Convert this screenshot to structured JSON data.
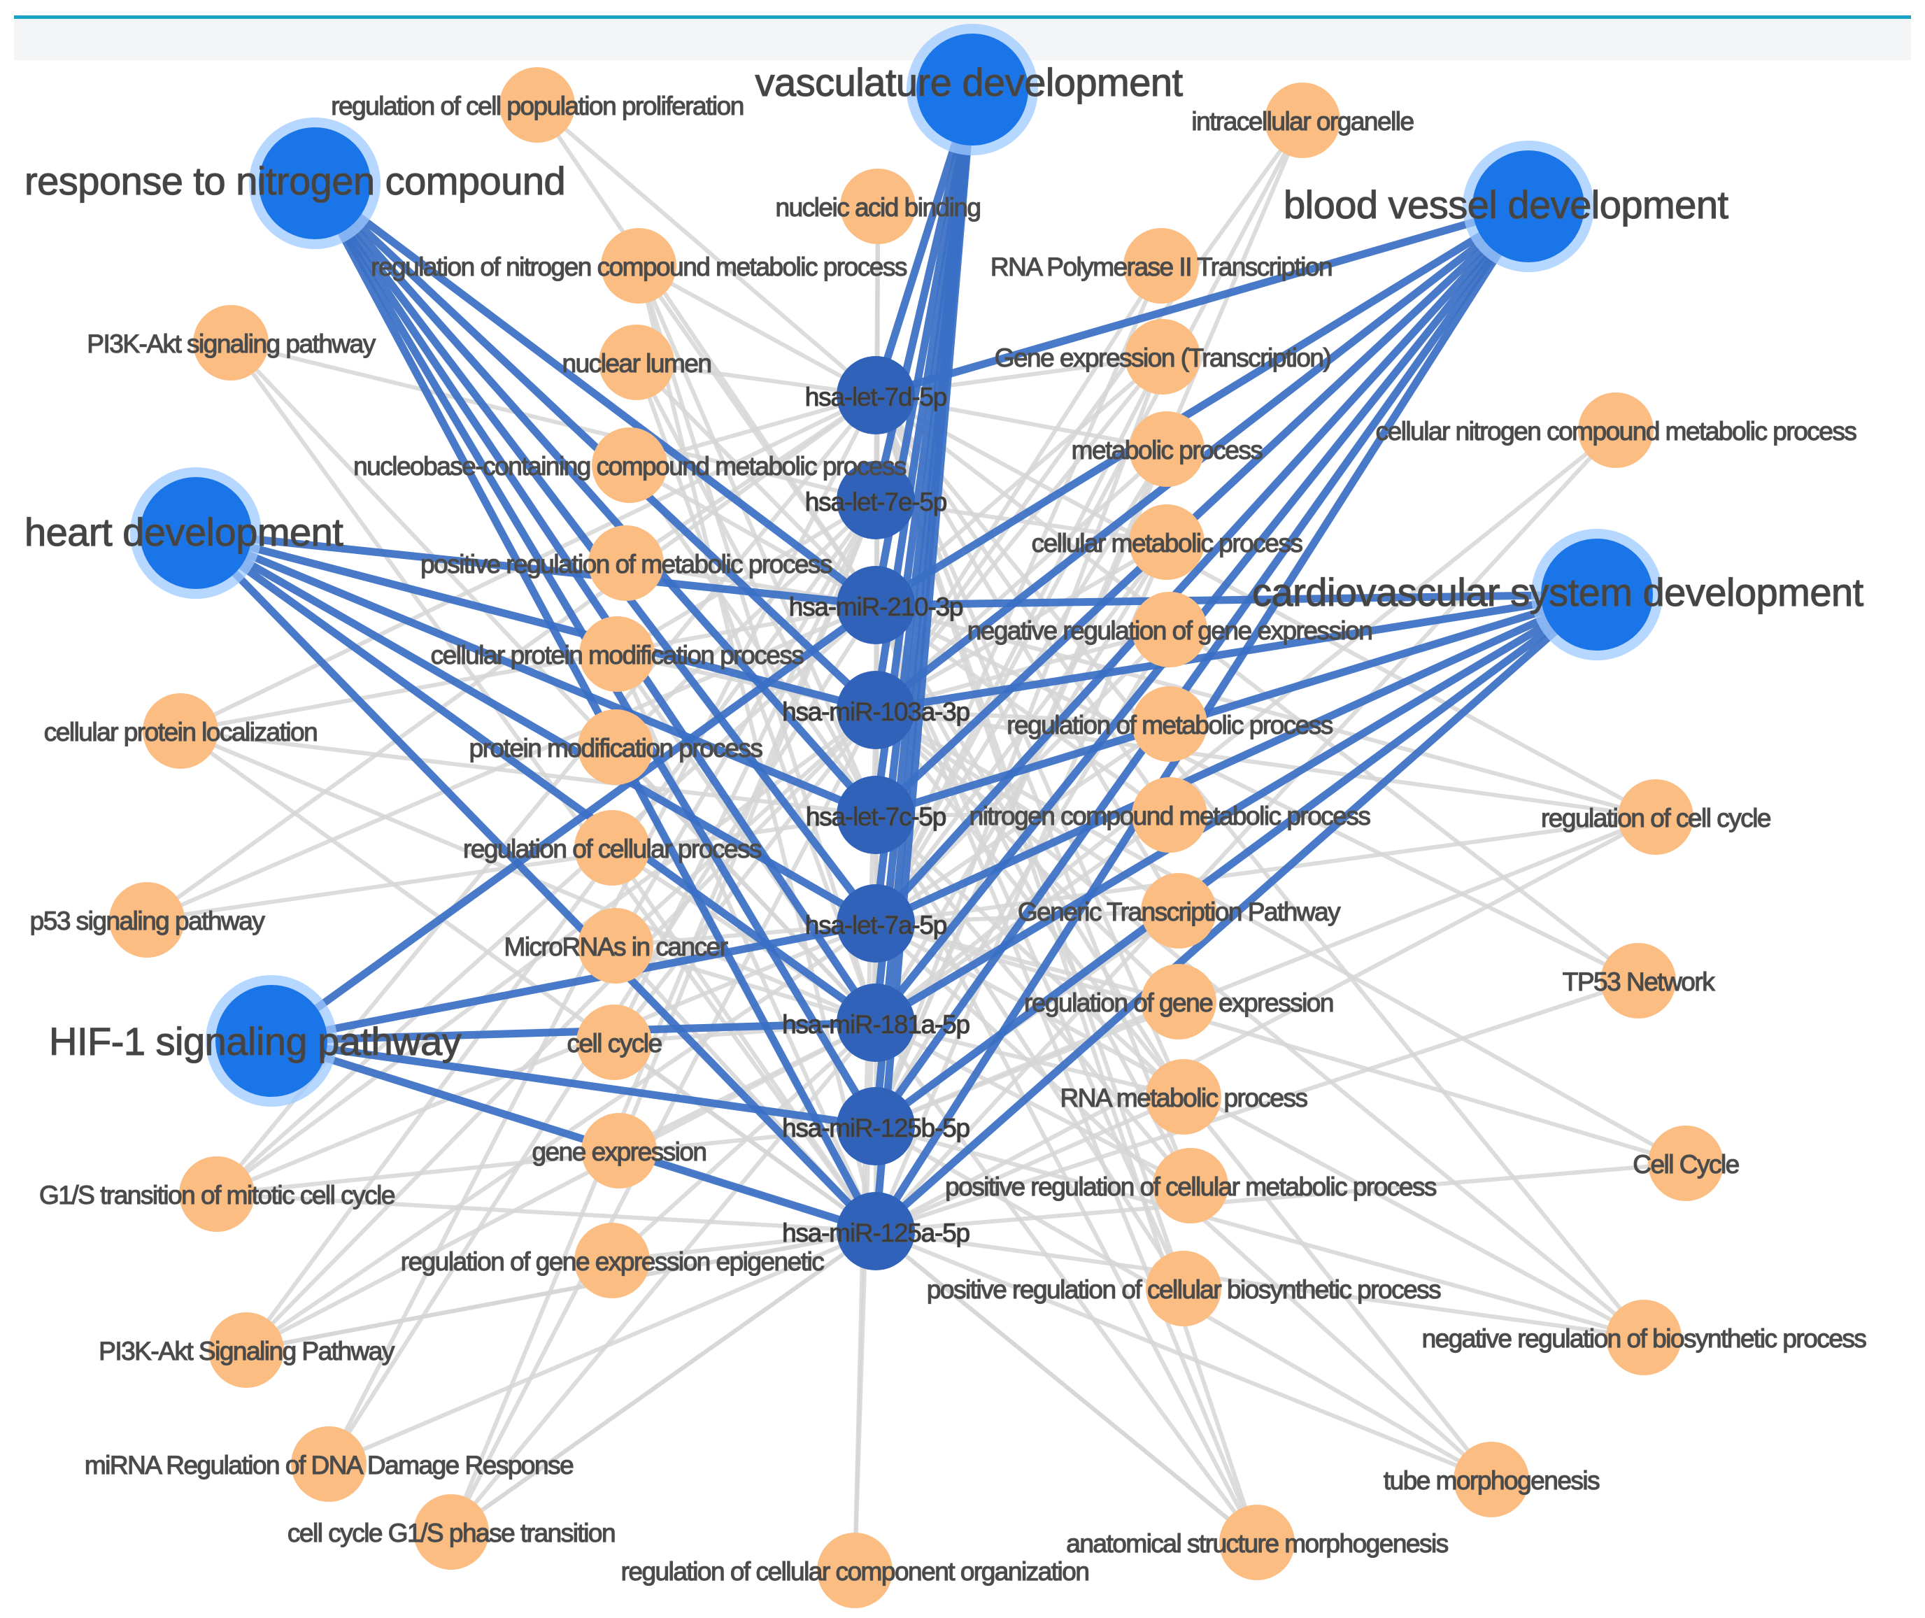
{
  "colors": {
    "term_node": "#fbbd82",
    "mirna_node": "#2f62b8",
    "hub_node": "#1a76e8",
    "edge_gray": "#d6d6d6",
    "edge_blue": "#3a6fc4",
    "top_border": "#1aa3c4"
  },
  "hubs": [
    {
      "id": "h_vasc",
      "label": "vasculature development"
    },
    {
      "id": "h_resp",
      "label": "response to nitrogen compound"
    },
    {
      "id": "h_blood",
      "label": "blood vessel development"
    },
    {
      "id": "h_heart",
      "label": "heart development"
    },
    {
      "id": "h_cardio",
      "label": "cardiovascular system development"
    },
    {
      "id": "h_hif",
      "label": "HIF-1 signaling pathway"
    }
  ],
  "mirnas": [
    {
      "id": "m1",
      "label": "hsa-let-7d-5p"
    },
    {
      "id": "m2",
      "label": "hsa-let-7e-5p"
    },
    {
      "id": "m3",
      "label": "hsa-miR-210-3p"
    },
    {
      "id": "m4",
      "label": "hsa-miR-103a-3p"
    },
    {
      "id": "m5",
      "label": "hsa-let-7c-5p"
    },
    {
      "id": "m6",
      "label": "hsa-let-7a-5p"
    },
    {
      "id": "m7",
      "label": "hsa-miR-181a-5p"
    },
    {
      "id": "m8",
      "label": "hsa-miR-125b-5p"
    },
    {
      "id": "m9",
      "label": "hsa-miR-125a-5p"
    }
  ],
  "terms": [
    {
      "id": "t1",
      "label": "regulation of cell population proliferation"
    },
    {
      "id": "t2",
      "label": "intracellular organelle"
    },
    {
      "id": "t3",
      "label": "nucleic acid binding"
    },
    {
      "id": "t4",
      "label": "regulation of nitrogen compound metabolic process"
    },
    {
      "id": "t5",
      "label": "RNA Polymerase II Transcription"
    },
    {
      "id": "t6",
      "label": "PI3K-Akt signaling pathway"
    },
    {
      "id": "t7",
      "label": "nuclear lumen"
    },
    {
      "id": "t8",
      "label": "Gene expression (Transcription)"
    },
    {
      "id": "t9",
      "label": "cellular nitrogen compound metabolic process"
    },
    {
      "id": "t10",
      "label": "nucleobase-containing compound metabolic process"
    },
    {
      "id": "t11",
      "label": "metabolic process"
    },
    {
      "id": "t12",
      "label": "cellular metabolic process"
    },
    {
      "id": "t13",
      "label": "positive regulation of metabolic process"
    },
    {
      "id": "t14",
      "label": "negative regulation of gene expression"
    },
    {
      "id": "t15",
      "label": "cellular protein modification process"
    },
    {
      "id": "t16",
      "label": "cellular protein localization"
    },
    {
      "id": "t17",
      "label": "regulation of metabolic process"
    },
    {
      "id": "t18",
      "label": "protein modification process"
    },
    {
      "id": "t19",
      "label": "nitrogen compound metabolic process"
    },
    {
      "id": "t20",
      "label": "regulation of cell cycle"
    },
    {
      "id": "t21",
      "label": "regulation of cellular process"
    },
    {
      "id": "t22",
      "label": "p53 signaling pathway"
    },
    {
      "id": "t23",
      "label": "Generic Transcription Pathway"
    },
    {
      "id": "t24",
      "label": "MicroRNAs in cancer"
    },
    {
      "id": "t25",
      "label": "TP53 Network"
    },
    {
      "id": "t26",
      "label": "regulation of gene expression"
    },
    {
      "id": "t27",
      "label": "cell cycle"
    },
    {
      "id": "t28",
      "label": "RNA metabolic process"
    },
    {
      "id": "t29",
      "label": "Cell Cycle"
    },
    {
      "id": "t30",
      "label": "gene expression"
    },
    {
      "id": "t31",
      "label": "positive regulation of cellular metabolic process"
    },
    {
      "id": "t32",
      "label": "G1/S transition of mitotic cell cycle"
    },
    {
      "id": "t33",
      "label": "regulation of gene expression epigenetic"
    },
    {
      "id": "t34",
      "label": "positive regulation of cellular biosynthetic process"
    },
    {
      "id": "t35",
      "label": "negative regulation of biosynthetic process"
    },
    {
      "id": "t36",
      "label": "PI3K-Akt Signaling Pathway"
    },
    {
      "id": "t37",
      "label": "miRNA Regulation of DNA Damage Response"
    },
    {
      "id": "t38",
      "label": "tube morphogenesis"
    },
    {
      "id": "t39",
      "label": "cell cycle G1/S phase transition"
    },
    {
      "id": "t40",
      "label": "anatomical structure morphogenesis"
    },
    {
      "id": "t41",
      "label": "regulation of cellular component organization"
    }
  ],
  "blue_edges": [
    [
      "h_vasc",
      "m1"
    ],
    [
      "h_vasc",
      "m2"
    ],
    [
      "h_vasc",
      "m3"
    ],
    [
      "h_vasc",
      "m4"
    ],
    [
      "h_vasc",
      "m5"
    ],
    [
      "h_vasc",
      "m6"
    ],
    [
      "h_vasc",
      "m7"
    ],
    [
      "h_vasc",
      "m8"
    ],
    [
      "h_vasc",
      "m9"
    ],
    [
      "h_resp",
      "m3"
    ],
    [
      "h_resp",
      "m4"
    ],
    [
      "h_resp",
      "m5"
    ],
    [
      "h_resp",
      "m6"
    ],
    [
      "h_resp",
      "m7"
    ],
    [
      "h_resp",
      "m8"
    ],
    [
      "h_resp",
      "m9"
    ],
    [
      "h_blood",
      "m1"
    ],
    [
      "h_blood",
      "m3"
    ],
    [
      "h_blood",
      "m4"
    ],
    [
      "h_blood",
      "m5"
    ],
    [
      "h_blood",
      "m6"
    ],
    [
      "h_blood",
      "m7"
    ],
    [
      "h_blood",
      "m8"
    ],
    [
      "h_blood",
      "m9"
    ],
    [
      "h_heart",
      "m3"
    ],
    [
      "h_heart",
      "m4"
    ],
    [
      "h_heart",
      "m5"
    ],
    [
      "h_heart",
      "m6"
    ],
    [
      "h_heart",
      "m7"
    ],
    [
      "h_heart",
      "m9"
    ],
    [
      "h_cardio",
      "m3"
    ],
    [
      "h_cardio",
      "m4"
    ],
    [
      "h_cardio",
      "m5"
    ],
    [
      "h_cardio",
      "m6"
    ],
    [
      "h_cardio",
      "m7"
    ],
    [
      "h_cardio",
      "m8"
    ],
    [
      "h_cardio",
      "m9"
    ],
    [
      "h_hif",
      "m3"
    ],
    [
      "h_hif",
      "m6"
    ],
    [
      "h_hif",
      "m7"
    ],
    [
      "h_hif",
      "m8"
    ],
    [
      "h_hif",
      "m9"
    ]
  ]
}
